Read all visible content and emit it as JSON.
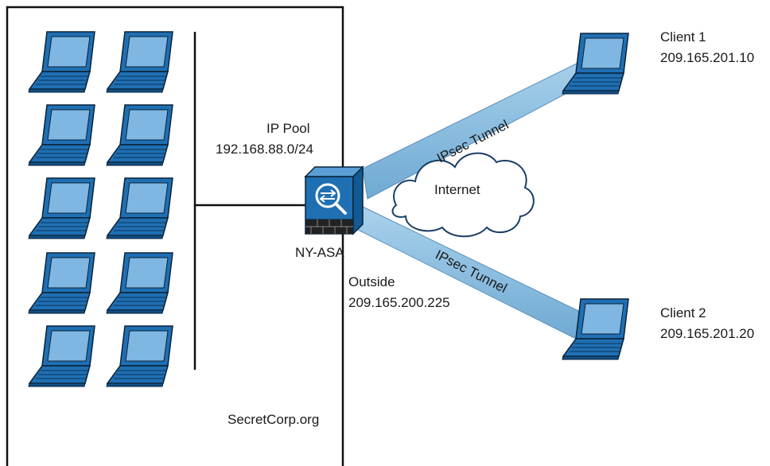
{
  "corp": {
    "name": "SecretCorp.org"
  },
  "pool": {
    "title": "IP Pool",
    "subnet": "192.168.88.0/24"
  },
  "firewall": {
    "name": "NY-ASA",
    "outside_title": "Outside",
    "outside_ip": "209.165.200.225",
    "icon": "asa-firewall-icon"
  },
  "internet": {
    "label": "Internet",
    "icon": "cloud-icon"
  },
  "tunnels": [
    {
      "label": "IPsec Tunnel"
    },
    {
      "label": "IPsec Tunnel"
    }
  ],
  "clients": [
    {
      "name": "Client 1",
      "ip": "209.165.201.10",
      "icon": "laptop-icon"
    },
    {
      "name": "Client 2",
      "ip": "209.165.201.20",
      "icon": "laptop-icon"
    }
  ],
  "inside_hosts": {
    "count": 10,
    "icon": "laptop-icon"
  },
  "colors": {
    "device_blue": "#1f6fb3",
    "tunnel_blue": "#8fc3e3",
    "line": "#111111"
  }
}
